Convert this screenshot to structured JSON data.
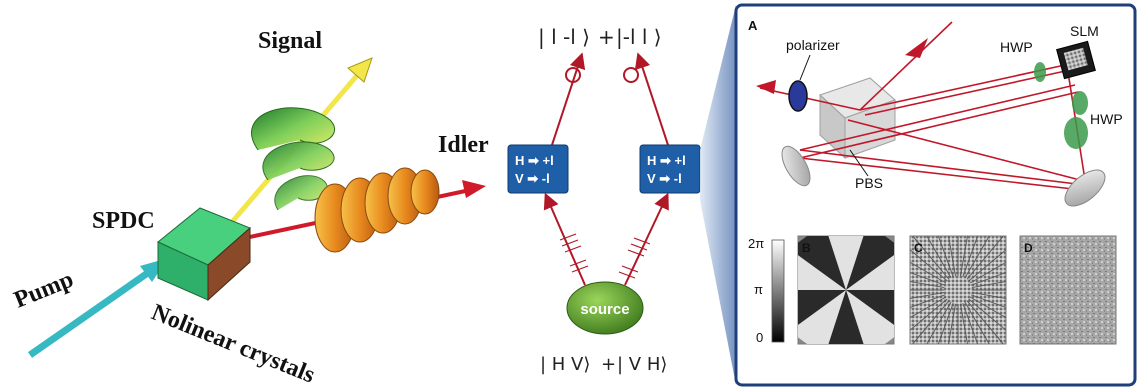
{
  "left_panel": {
    "label_signal": "Signal",
    "label_idler": "Idler",
    "label_spdc": "SPDC",
    "label_pump": "Pump",
    "label_crystal": "Nolinear crystals"
  },
  "middle_panel": {
    "top_state": {
      "ket1": "| l -l ⟩",
      "plus": "+",
      "ket2": "|-l l ⟩"
    },
    "box_left": {
      "line1": "H ➡ +l",
      "line2": "V ➡ -l"
    },
    "box_right": {
      "line1": "H ➡ +l",
      "line2": "V ➡ -l"
    },
    "source_label": "source",
    "bottom_state": {
      "ket1": "| H V⟩",
      "plus": "+",
      "ket2": "| V H⟩"
    }
  },
  "right_panel": {
    "panel_a_label": "A",
    "label_polarizer": "polarizer",
    "label_slm": "SLM",
    "label_hwp1": "HWP",
    "label_hwp2": "HWP",
    "label_pbs": "PBS",
    "colorbar_ticks": {
      "top": "2π",
      "mid": "π",
      "bottom": "0"
    },
    "panel_b_label": "B",
    "panel_c_label": "C",
    "panel_d_label": "D"
  },
  "colors": {
    "beam_red": "#c0182a",
    "box_blue": "#1f5fa8",
    "source_green": "#5a9a2a",
    "crystal_green": "#2fb06a",
    "pump_teal": "#36b9c2",
    "signal_yellow": "#f2e64a",
    "panel_border": "#1f3f7a"
  }
}
